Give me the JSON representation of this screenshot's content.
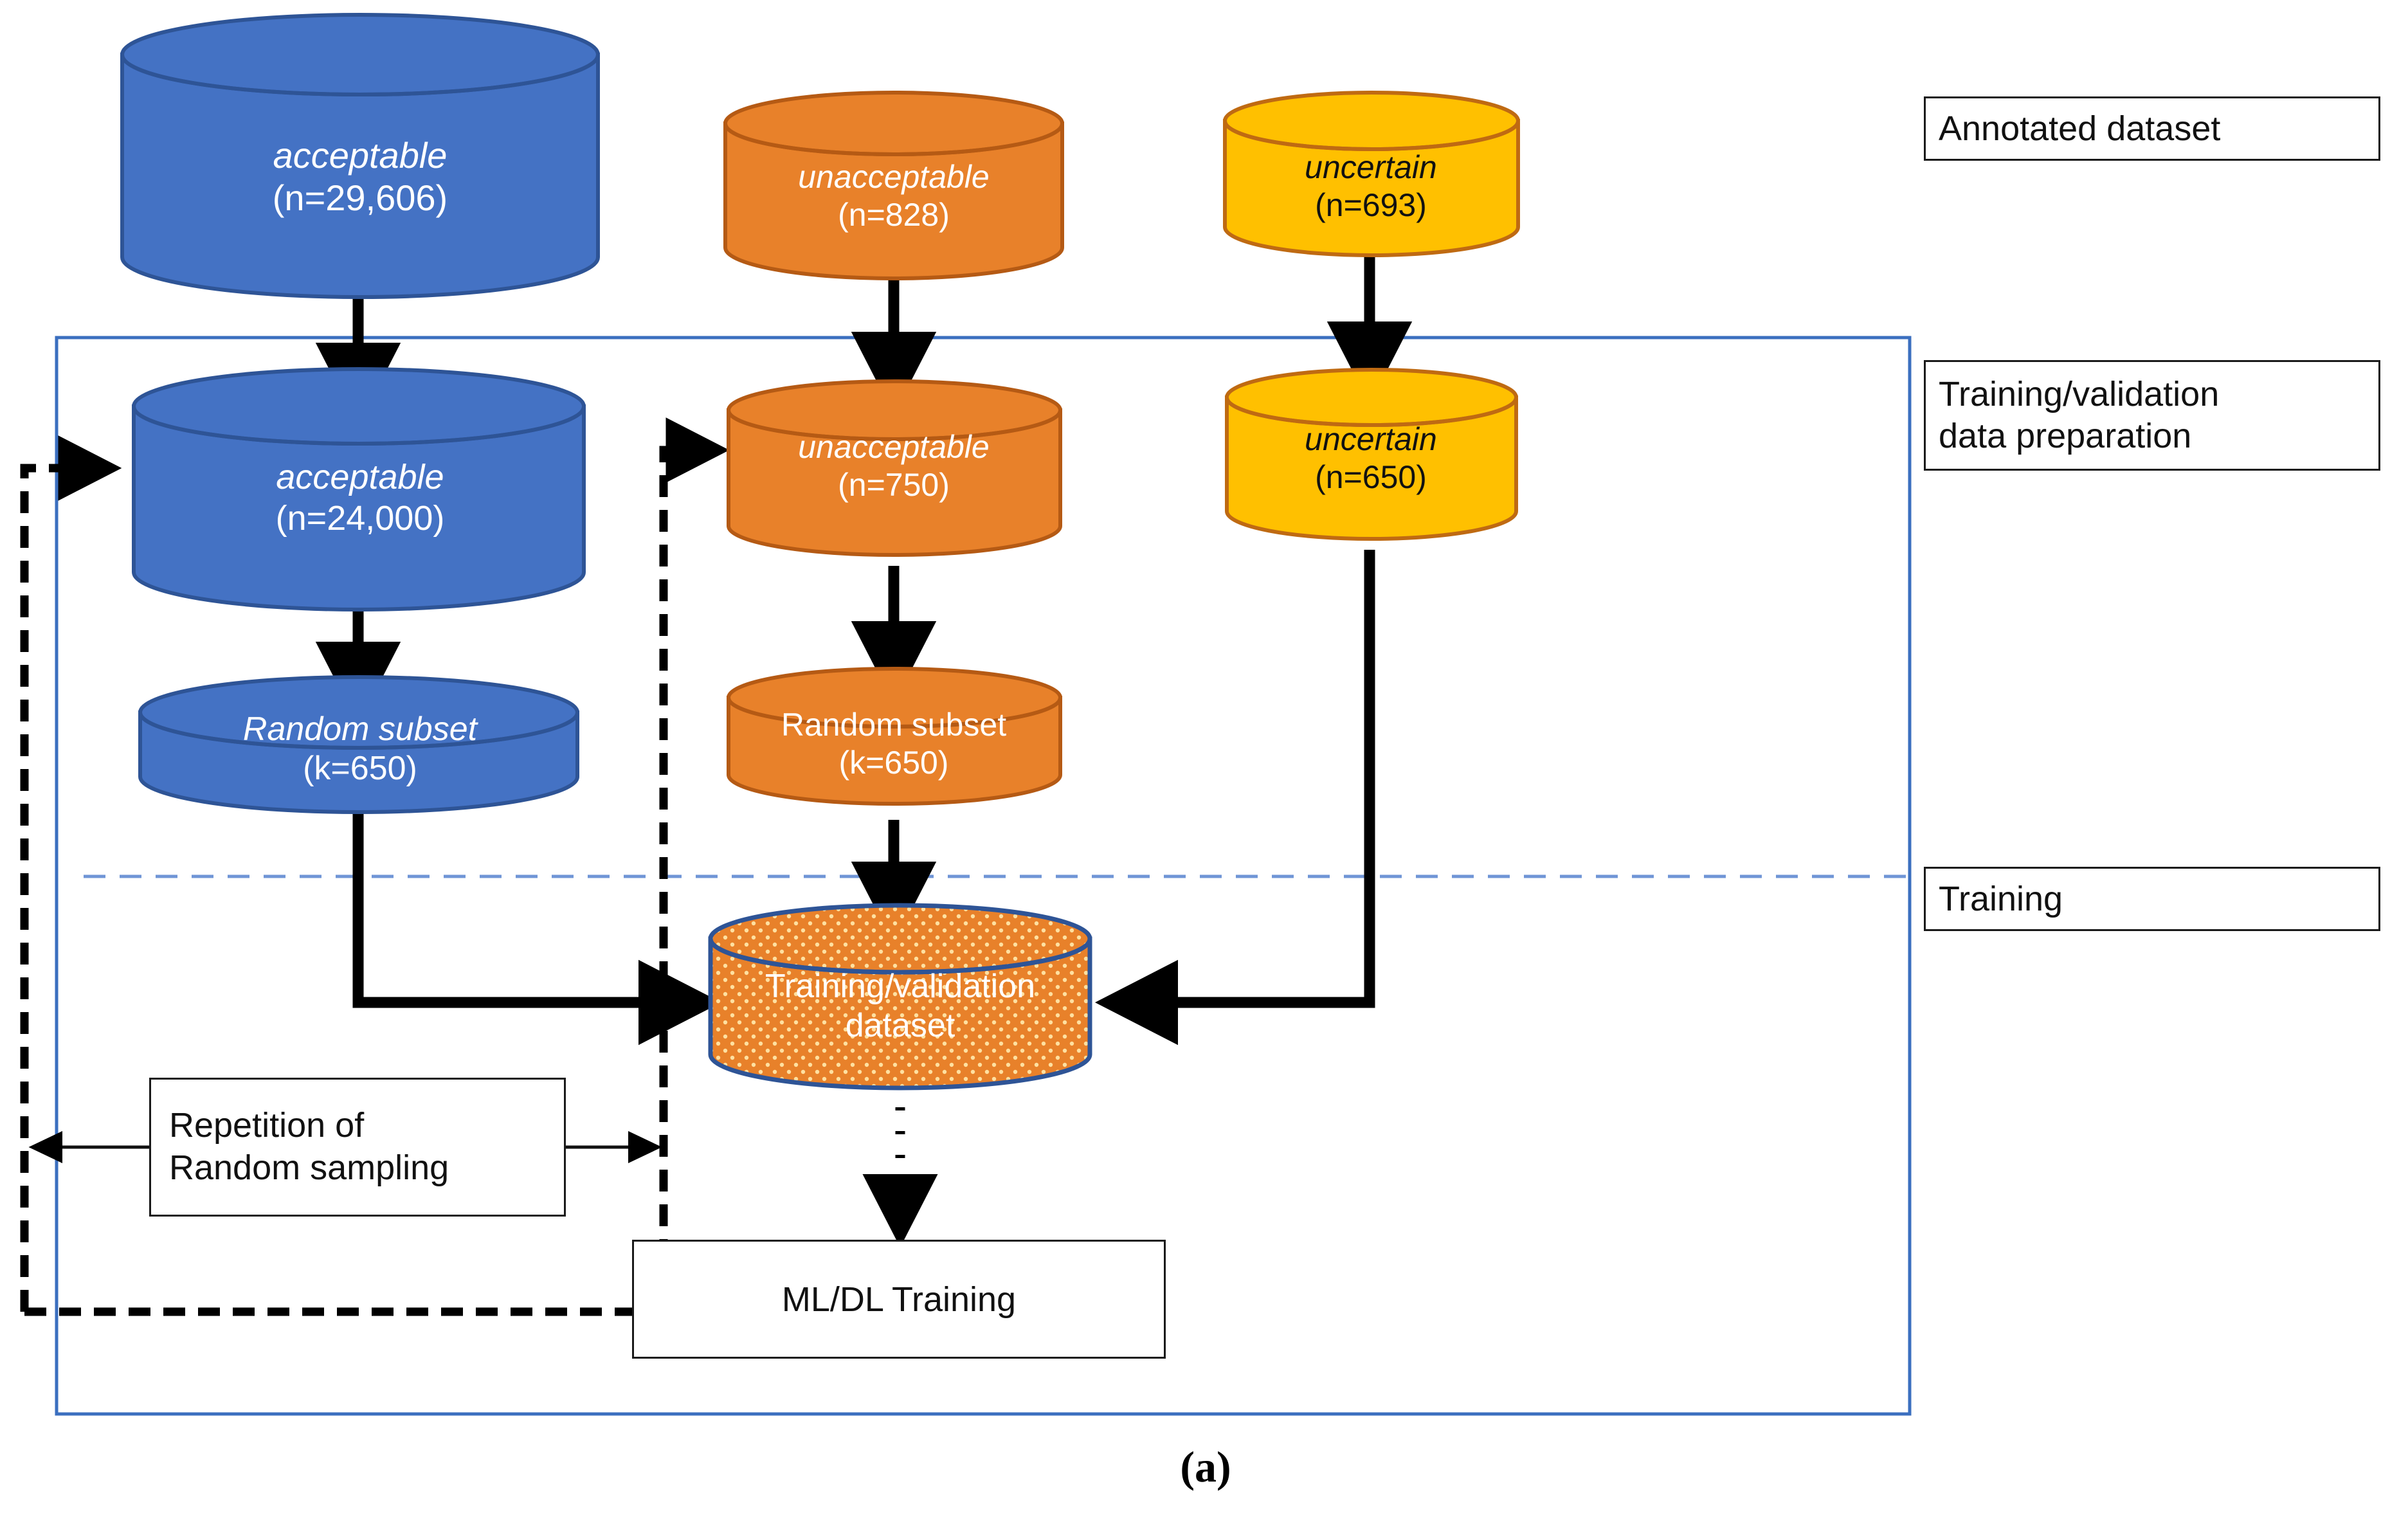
{
  "figure": {
    "caption": "(a)",
    "colors": {
      "blue_fill": "#4472C4",
      "blue_stroke": "#2E5496",
      "orange_fill": "#E8812A",
      "orange_stroke": "#B55A14",
      "yellow_fill": "#FFC000",
      "yellow_stroke": "#BF6A12",
      "frame_blue": "#3B6FBF",
      "divider_blue": "#6F95D6",
      "arrow_black": "#000000"
    }
  },
  "legend": {
    "annotated_dataset": "Annotated dataset",
    "data_preparation_line1": "Training/validation",
    "data_preparation_line2": "data preparation",
    "training": "Training"
  },
  "nodes": {
    "acceptable_source": {
      "title": "acceptable",
      "count": "(n=29,606)",
      "italic": true,
      "text_color": "white"
    },
    "unacceptable_source": {
      "title": "unacceptable",
      "count": "(n=828)",
      "italic": true,
      "text_color": "white"
    },
    "uncertain_source": {
      "title": "uncertain",
      "count": "(n=693)",
      "italic": true,
      "text_color": "black"
    },
    "acceptable_prepared": {
      "title": "acceptable",
      "count": "(n=24,000)",
      "italic": true,
      "text_color": "white"
    },
    "unacceptable_prepared": {
      "title": "unacceptable",
      "count": "(n=750)",
      "italic": true,
      "text_color": "white"
    },
    "uncertain_prepared": {
      "title": "uncertain",
      "count": "(n=650)",
      "italic": true,
      "text_color": "black"
    },
    "acceptable_subset": {
      "title": "Random subset",
      "count": "(k=650)",
      "italic": true,
      "text_color": "white"
    },
    "unacceptable_subset": {
      "title": "Random subset",
      "count": "(k=650)",
      "italic": false,
      "text_color": "white"
    },
    "training_validation_dataset": {
      "title": "Training/validation",
      "count": "dataset",
      "italic": false,
      "text_color": "white"
    }
  },
  "boxes": {
    "repetition": {
      "line1": "Repetition of",
      "line2": "Random sampling"
    },
    "ml_dl_training": {
      "label": "ML/DL Training"
    }
  }
}
